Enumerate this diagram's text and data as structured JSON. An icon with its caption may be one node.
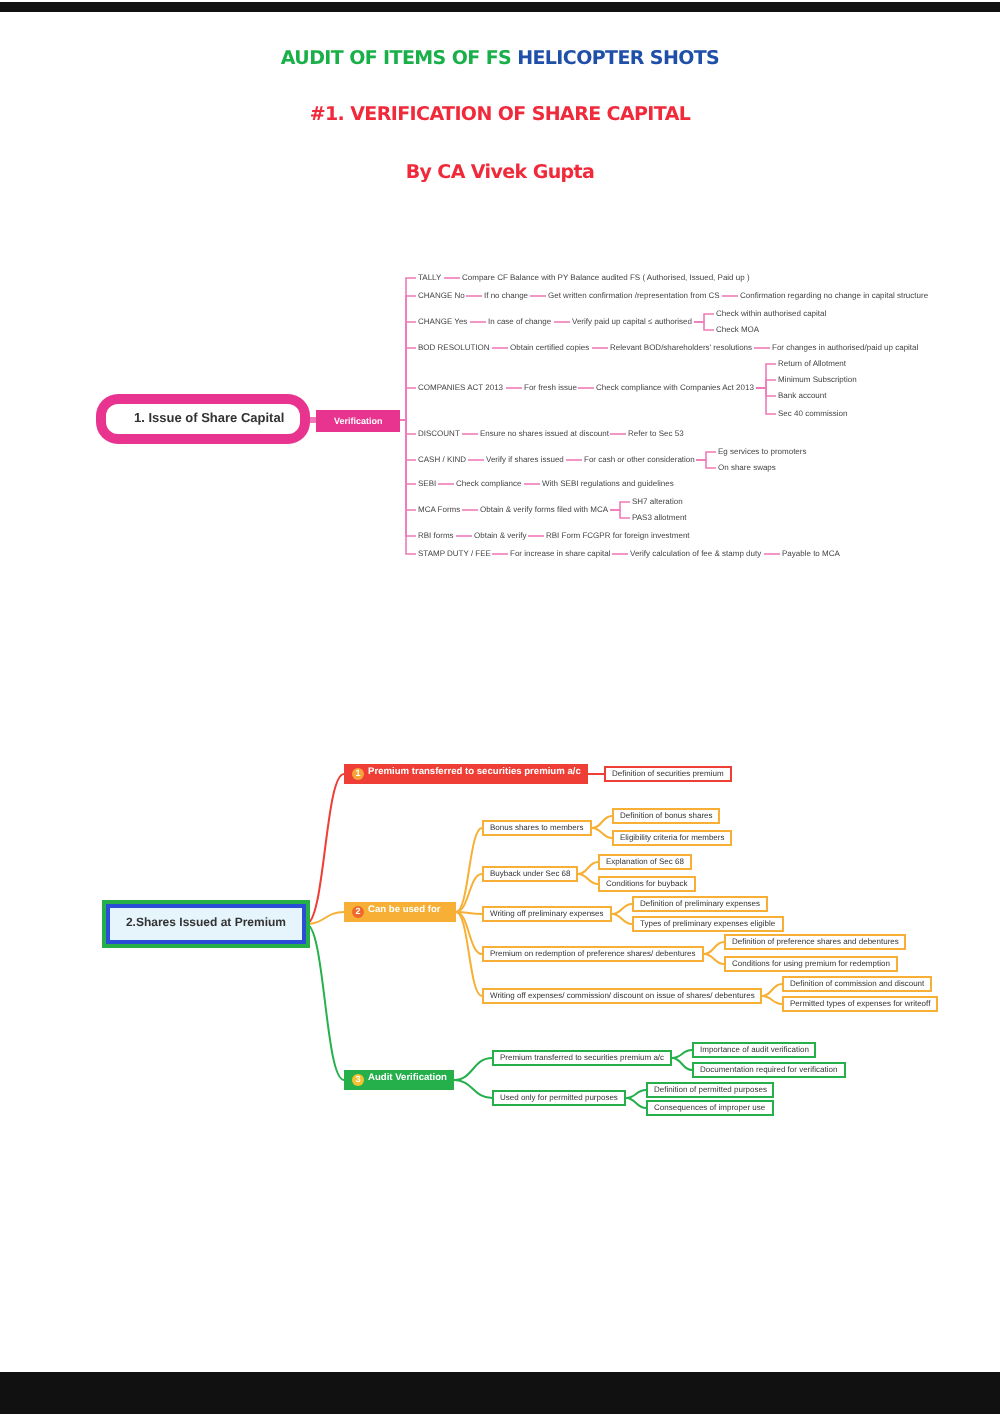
{
  "diagram": {
    "nodes": [
      {
        "text": [
          "1. Issue of Share Capital"
        ]
      },
      {
        "text": [
          "Verification"
        ]
      },
      {
        "text": [
          "TALLY"
        ]
      },
      {
        "text": [
          "Compare CF Balance with PY Balance audited FS ( Authorised, Issued, Paid up )"
        ]
      },
      {
        "text": [
          "CHANGE No"
        ]
      },
      {
        "text": [
          "If no change"
        ]
      },
      {
        "text": [
          "Get written confirmation /representation from CS"
        ]
      },
      {
        "text": [
          "Confirmation regarding no change in capital structure"
        ]
      },
      {
        "text": [
          "CHANGE Yes"
        ]
      },
      {
        "text": [
          "In case of change"
        ]
      },
      {
        "text": [
          "Verify paid up capital ≤ authorised"
        ]
      },
      {
        "text": [
          "Check within authorised capital"
        ]
      },
      {
        "text": [
          "Check MOA"
        ]
      },
      {
        "text": [
          "BOD RESOLUTION"
        ]
      },
      {
        "text": [
          "Obtain certified copies"
        ]
      },
      {
        "text": [
          "Relevant BOD/shareholders' resolutions"
        ]
      },
      {
        "text": [
          "For changes in authorised/paid up capital"
        ]
      },
      {
        "text": [
          "COMPANIES ACT 2013"
        ]
      },
      {
        "text": [
          "For fresh issue"
        ]
      },
      {
        "text": [
          "Check compliance with Companies Act 2013"
        ]
      },
      {
        "text": [
          "Return of Allotment"
        ]
      },
      {
        "text": [
          "Minimum Subscription"
        ]
      },
      {
        "text": [
          "Bank account"
        ]
      },
      {
        "text": [
          "Sec 40 commission"
        ]
      },
      {
        "text": [
          "DISCOUNT"
        ]
      },
      {
        "text": [
          "Ensure no shares issued at discount"
        ]
      },
      {
        "text": [
          "Refer to Sec 53"
        ]
      },
      {
        "text": [
          "CASH / KIND"
        ]
      },
      {
        "text": [
          "Verify if shares issued"
        ]
      },
      {
        "text": [
          "For cash or other consideration"
        ]
      },
      {
        "text": [
          "Eg services to promoters"
        ]
      },
      {
        "text": [
          "On share swaps"
        ]
      },
      {
        "text": [
          "SEBI"
        ]
      },
      {
        "text": [
          "Check compliance"
        ]
      },
      {
        "text": [
          "With SEBI regulations and guidelines"
        ]
      },
      {
        "text": [
          "MCA Forms"
        ]
      },
      {
        "text": [
          "Obtain & verify forms filed with MCA"
        ]
      },
      {
        "text": [
          "SH7 alteration"
        ]
      },
      {
        "text": [
          "PAS3 allotment"
        ]
      },
      {
        "text": [
          "RBI forms"
        ]
      },
      {
        "text": [
          "Obtain & verify"
        ]
      },
      {
        "text": [
          "RBI Form FCGPR for foreign investment"
        ]
      },
      {
        "text": [
          "STAMP DUTY / FEE"
        ]
      },
      {
        "text": [
          "For increase in share capital"
        ]
      },
      {
        "text": [
          "Verify calculation of fee & stamp duty"
        ]
      },
      {
        "text": [
          "Payable to MCA"
        ]
      },
      {
        "text": [
          "2.Shares Issued at Premium"
        ]
      },
      {
        "text": [
          "1",
          "Premium transferred to securities premium a/c"
        ]
      },
      {
        "text": [
          "Definition of securities premium"
        ]
      },
      {
        "text": [
          "2",
          "Can be used for"
        ]
      },
      {
        "text": [
          "Bonus shares to members"
        ]
      },
      {
        "text": [
          "Definition of bonus shares"
        ]
      },
      {
        "text": [
          "Eligibility criteria for members"
        ]
      },
      {
        "text": [
          "Buyback under Sec 68"
        ]
      },
      {
        "text": [
          "Explanation of Sec 68"
        ]
      },
      {
        "text": [
          "Conditions for buyback"
        ]
      },
      {
        "text": [
          "Writing off preliminary expenses"
        ]
      },
      {
        "text": [
          "Definition of preliminary expenses"
        ]
      },
      {
        "text": [
          "Types of preliminary expenses eligible"
        ]
      },
      {
        "text": [
          "Premium on redemption of preference shares/ debentures"
        ]
      },
      {
        "text": [
          "Definition of preference shares and debentures"
        ]
      },
      {
        "text": [
          "Conditions for using premium for redemption"
        ]
      },
      {
        "text": [
          "Writing off expenses/ commission/ discount on issue of shares/ debentures"
        ]
      },
      {
        "text": [
          "Definition of commission and discount"
        ]
      },
      {
        "text": [
          "Permitted types of expenses for writeoff"
        ]
      },
      {
        "text": [
          "3",
          "Audit Verification"
        ]
      },
      {
        "text": [
          "Premium transferred to securities premium a/c"
        ]
      },
      {
        "text": [
          "Importance of audit verification"
        ]
      },
      {
        "text": [
          "Documentation required for verification"
        ]
      },
      {
        "text": [
          "Used only for permitted purposes"
        ]
      },
      {
        "text": [
          "Definition of permitted purposes"
        ]
      },
      {
        "text": [
          "Consequences of improper use"
        ]
      }
    ],
    "edges": [
      {
        "from": 0,
        "to": 1,
        "arrow": "none",
        "style": "thick"
      },
      {
        "from": 1,
        "to": 2,
        "arrow": "none"
      },
      {
        "from": 2,
        "to": 3,
        "arrow": "none"
      },
      {
        "from": 1,
        "to": 4,
        "arrow": "none"
      },
      {
        "from": 4,
        "to": 5,
        "arrow": "none"
      },
      {
        "from": 5,
        "to": 6,
        "arrow": "none"
      },
      {
        "from": 6,
        "to": 7,
        "arrow": "none"
      },
      {
        "from": 1,
        "to": 8,
        "arrow": "none"
      },
      {
        "from": 8,
        "to": 9,
        "arrow": "none"
      },
      {
        "from": 9,
        "to": 10,
        "arrow": "none"
      },
      {
        "from": 10,
        "to": 11,
        "arrow": "none"
      },
      {
        "from": 10,
        "to": 12,
        "arrow": "none"
      },
      {
        "from": 1,
        "to": 13,
        "arrow": "none"
      },
      {
        "from": 13,
        "to": 14,
        "arrow": "none"
      },
      {
        "from": 14,
        "to": 15,
        "arrow": "none"
      },
      {
        "from": 15,
        "to": 16,
        "arrow": "none"
      },
      {
        "from": 1,
        "to": 17,
        "arrow": "none"
      },
      {
        "from": 17,
        "to": 18,
        "arrow": "none"
      },
      {
        "from": 18,
        "to": 19,
        "arrow": "none"
      },
      {
        "from": 19,
        "to": 20,
        "arrow": "none"
      },
      {
        "from": 19,
        "to": 21,
        "arrow": "none"
      },
      {
        "from": 19,
        "to": 22,
        "arrow": "none"
      },
      {
        "from": 19,
        "to": 23,
        "arrow": "none"
      },
      {
        "from": 1,
        "to": 24,
        "arrow": "none"
      },
      {
        "from": 24,
        "to": 25,
        "arrow": "none"
      },
      {
        "from": 25,
        "to": 26,
        "arrow": "none"
      },
      {
        "from": 1,
        "to": 27,
        "arrow": "none"
      },
      {
        "from": 27,
        "to": 28,
        "arrow": "none"
      },
      {
        "from": 28,
        "to": 29,
        "arrow": "none"
      },
      {
        "from": 29,
        "to": 30,
        "arrow": "none"
      },
      {
        "from": 29,
        "to": 31,
        "arrow": "none"
      },
      {
        "from": 1,
        "to": 32,
        "arrow": "none"
      },
      {
        "from": 32,
        "to": 33,
        "arrow": "none"
      },
      {
        "from": 33,
        "to": 34,
        "arrow": "none"
      },
      {
        "from": 1,
        "to": 35,
        "arrow": "none"
      },
      {
        "from": 35,
        "to": 36,
        "arrow": "none"
      },
      {
        "from": 36,
        "to": 37,
        "arrow": "none"
      },
      {
        "from": 36,
        "to": 38,
        "arrow": "none"
      },
      {
        "from": 1,
        "to": 39,
        "arrow": "none"
      },
      {
        "from": 39,
        "to": 40,
        "arrow": "none"
      },
      {
        "from": 40,
        "to": 41,
        "arrow": "none"
      },
      {
        "from": 1,
        "to": 42,
        "arrow": "none"
      },
      {
        "from": 42,
        "to": 43,
        "arrow": "none"
      },
      {
        "from": 43,
        "to": 44,
        "arrow": "none"
      },
      {
        "from": 44,
        "to": 45,
        "arrow": "none"
      },
      {
        "from": 46,
        "to": 47,
        "arrow": "none",
        "color": "#ef3e36"
      },
      {
        "from": 47,
        "to": 48,
        "arrow": "none",
        "color": "#ef3e36"
      },
      {
        "from": 46,
        "to": 49,
        "arrow": "none",
        "color": "#f7b035"
      },
      {
        "from": 49,
        "to": 50,
        "arrow": "none",
        "color": "#f7b035"
      },
      {
        "from": 50,
        "to": 51,
        "arrow": "none",
        "color": "#f7b035"
      },
      {
        "from": 50,
        "to": 52,
        "arrow": "none",
        "color": "#f7b035"
      },
      {
        "from": 49,
        "to": 53,
        "arrow": "none",
        "color": "#f7b035"
      },
      {
        "from": 53,
        "to": 54,
        "arrow": "none",
        "color": "#f7b035"
      },
      {
        "from": 53,
        "to": 55,
        "arrow": "none",
        "color": "#f7b035"
      },
      {
        "from": 49,
        "to": 56,
        "arrow": "none",
        "color": "#f7b035"
      },
      {
        "from": 56,
        "to": 57,
        "arrow": "none",
        "color": "#f7b035"
      },
      {
        "from": 56,
        "to": 58,
        "arrow": "none",
        "color": "#f7b035"
      },
      {
        "from": 49,
        "to": 59,
        "arrow": "none",
        "color": "#f7b035"
      },
      {
        "from": 59,
        "to": 60,
        "arrow": "none",
        "color": "#f7b035"
      },
      {
        "from": 59,
        "to": 61,
        "arrow": "none",
        "color": "#f7b035"
      },
      {
        "from": 49,
        "to": 62,
        "arrow": "none",
        "color": "#f7b035"
      },
      {
        "from": 62,
        "to": 63,
        "arrow": "none",
        "color": "#f7b035"
      },
      {
        "from": 62,
        "to": 64,
        "arrow": "none",
        "color": "#f7b035"
      },
      {
        "from": 46,
        "to": 65,
        "arrow": "none",
        "color": "#25b04c"
      },
      {
        "from": 65,
        "to": 66,
        "arrow": "none",
        "color": "#25b04c"
      },
      {
        "from": 66,
        "to": 67,
        "arrow": "none",
        "color": "#25b04c"
      },
      {
        "from": 66,
        "to": 68,
        "arrow": "none",
        "color": "#25b04c"
      },
      {
        "from": 65,
        "to": 69,
        "arrow": "none",
        "color": "#25b04c"
      },
      {
        "from": 69,
        "to": 70,
        "arrow": "none",
        "color": "#25b04c"
      },
      {
        "from": 69,
        "to": 71,
        "arrow": "none",
        "color": "#25b04c"
      }
    ],
    "labels": [
      "AUDIT OF ITEMS OF FS",
      "HELICOPTER SHOTS",
      "#1. VERIFICATION OF SHARE CAPITAL",
      "By CA Vivek Gupta"
    ]
  }
}
